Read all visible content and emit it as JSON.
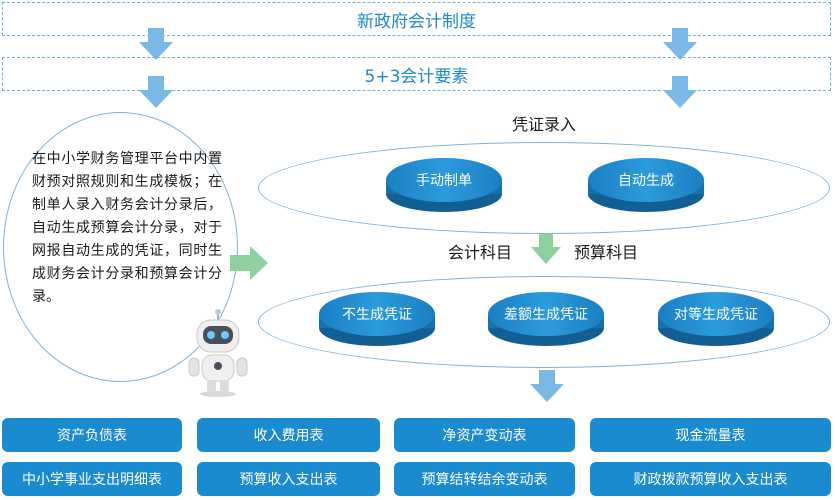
{
  "bands": {
    "top": "新政府会计制度",
    "second": "5+3会计要素"
  },
  "left_panel": {
    "text": "在中小学财务管理平台中内置财预对照规则和生成模板；在制单人录入财务会计分录后，自动生成预算会计分录，对于网报自动生成的凭证，同时生成财务会计分录和预算会计分录。"
  },
  "stage1": {
    "label": "凭证录入",
    "disks": [
      "手动制单",
      "自动生成"
    ]
  },
  "middle": {
    "left": "会计科目",
    "right": "预算科目"
  },
  "stage2": {
    "disks": [
      "不生成凭证",
      "差额生成凭证",
      "对等生成凭证"
    ]
  },
  "reports": {
    "row1": [
      "资产负债表",
      "收入费用表",
      "净资产变动表",
      "现金流量表"
    ],
    "row2": [
      "中小学事业支出明细表",
      "预算收入支出表",
      "预算结转结余变动表",
      "财政拨款预算收入支出表"
    ]
  },
  "colors": {
    "accent": "#1b8bd0",
    "arrow_blue": "#7ab8e6",
    "arrow_green": "#8fd19e",
    "border": "#7fb3d9"
  },
  "icons": {
    "robot": "robot-icon"
  }
}
